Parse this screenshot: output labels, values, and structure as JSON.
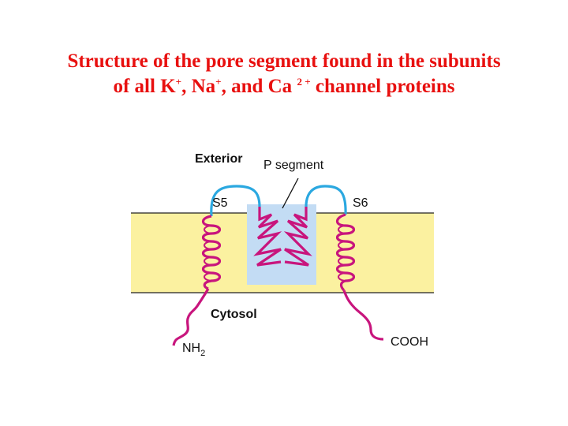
{
  "title": {
    "line1": "Structure of the pore segment found in the subunits",
    "line2_a": "of all K",
    "line2_b": ", Na",
    "line2_c": ", and Ca ",
    "line2_d": "2 +",
    "line2_e": " channel proteins",
    "plus": "+"
  },
  "labels": {
    "exterior": "Exterior",
    "p_segment": "P segment",
    "s5": "S5",
    "s6": "S6",
    "cytosol": "Cytosol",
    "nh2_main": "NH",
    "nh2_sub": "2",
    "cooh": "COOH"
  },
  "colors": {
    "membrane": "#fbf1a0",
    "membrane_border": "#222222",
    "pore_box": "#c3dcf4",
    "helix": "#c8157d",
    "loop": "#2ba8e0",
    "title": "#e8100f"
  }
}
